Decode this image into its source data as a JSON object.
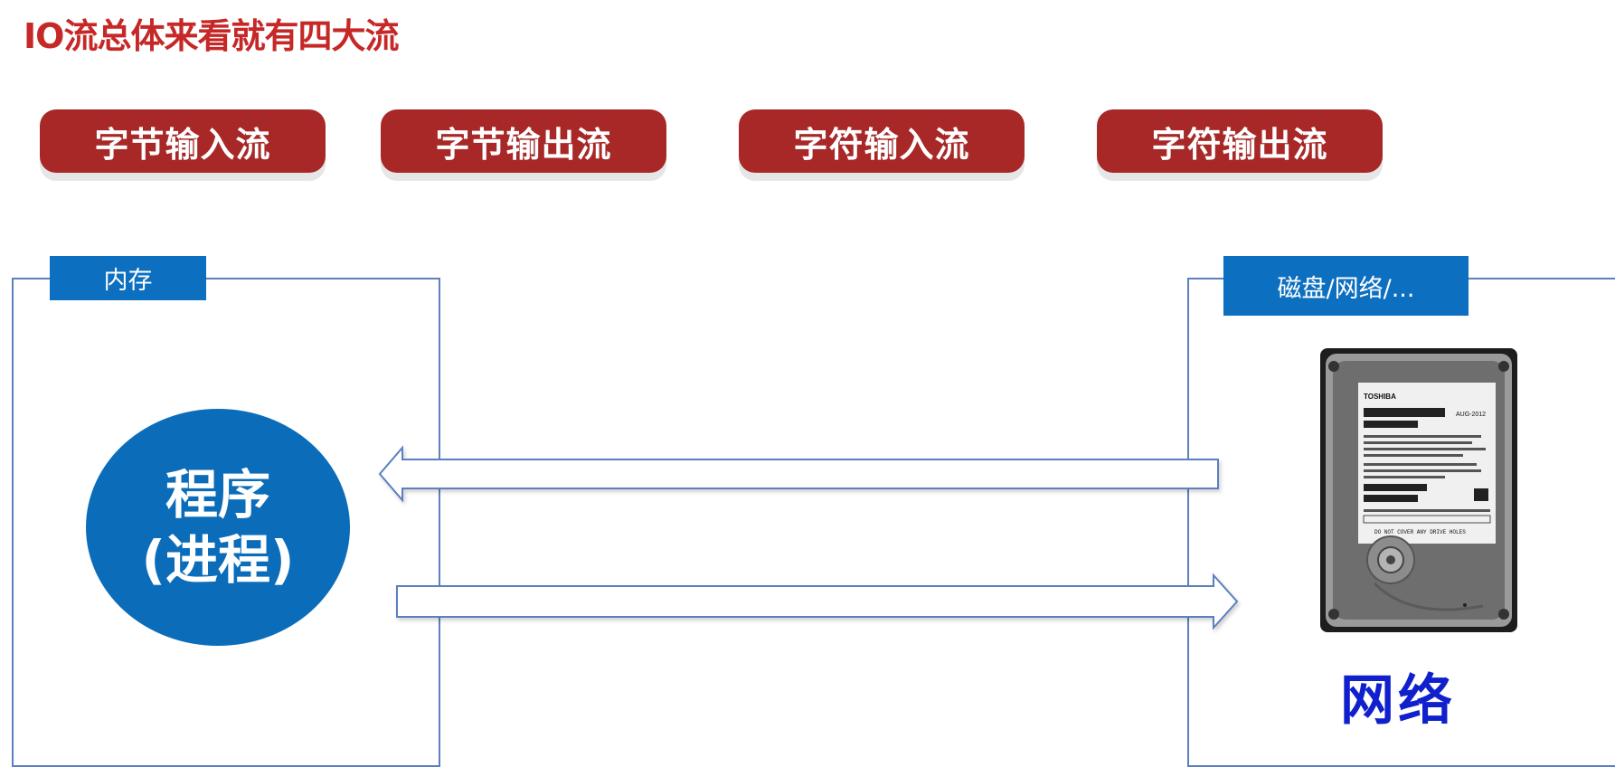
{
  "title": "IO流总体来看就有四大流",
  "streams": [
    {
      "label": "字节输入流"
    },
    {
      "label": "字节输出流"
    },
    {
      "label": "字符输入流"
    },
    {
      "label": "字符输出流"
    }
  ],
  "memory": {
    "label": "内存",
    "program_line1": "程序",
    "program_line2": "(进程)"
  },
  "storage": {
    "label": "磁盘/网络/...",
    "disk_brand": "TOSHIBA",
    "disk_date": "AUG-2012",
    "disk_notice": "DO NOT COVER ANY DRIVE HOLES",
    "network_label": "网络"
  },
  "colors": {
    "title": "#c62828",
    "stream_button": "#a82828",
    "box_border": "#5b7fc0",
    "tag_fill": "#0d6fbf",
    "program_fill": "#0b6db9",
    "arrow_stroke": "#5b7fc0",
    "network_text": "#1020cc"
  }
}
